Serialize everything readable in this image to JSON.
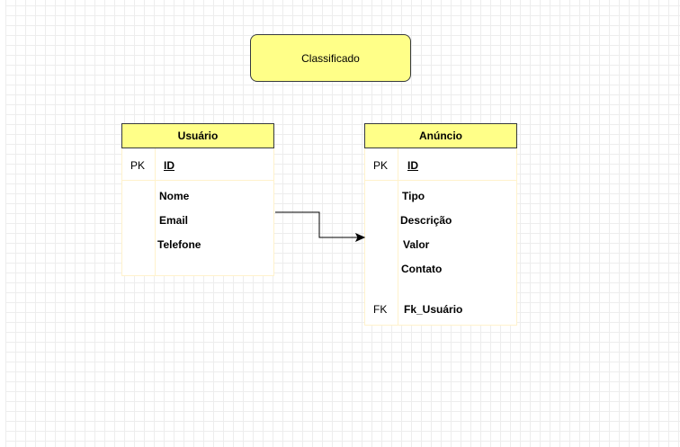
{
  "title": "Classificado",
  "colors": {
    "entity_fill": "#ffff88",
    "entity_stroke": "#36393d",
    "body_border": "#fff2cc",
    "grid": "#ededed"
  },
  "usuario": {
    "name": "Usuário",
    "pk_label": "PK",
    "pk_field": "ID",
    "fields": [
      "Nome",
      "Email",
      "Telefone"
    ]
  },
  "anuncio": {
    "name": "Anúncio",
    "pk_label": "PK",
    "pk_field": "ID",
    "fields": [
      "Tipo",
      "Descrição",
      "Valor",
      "Contato"
    ],
    "fk_label": "FK",
    "fk_field": "Fk_Usuário"
  }
}
